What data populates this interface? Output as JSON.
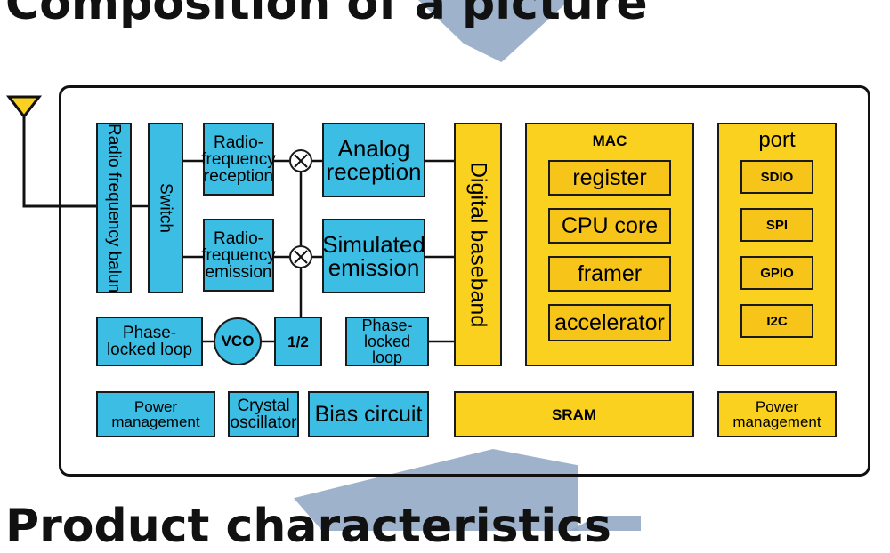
{
  "page": {
    "title_top": "Composition of a picture",
    "title_bottom": "Product characteristics"
  },
  "diagram": {
    "rf_balun": "Radio frequency balun",
    "switch": "Switch",
    "rf_reception": "Radio-frequency reception",
    "rf_emission": "Radio-frequency emission",
    "analog_reception": "Analog reception",
    "simulated_emission": "Simulated emission",
    "pll_left": "Phase-locked loop",
    "vco": "VCO",
    "divider": "1/2",
    "pll_right": "Phase-locked loop",
    "power_left": "Power management",
    "crystal": "Crystal oscillator",
    "bias": "Bias circuit",
    "digital_baseband": "Digital baseband",
    "mac": {
      "title": "MAC",
      "items": [
        "register",
        "CPU core",
        "framer",
        "accelerator"
      ]
    },
    "port": {
      "title": "port",
      "items": [
        "SDIO",
        "SPI",
        "GPIO",
        "I2C"
      ]
    },
    "sram": "SRAM",
    "power_right": "Power management"
  },
  "colors": {
    "blue_block": "#3bbde4",
    "yellow_block": "#fad11e",
    "watermark": "#8ea4c2"
  }
}
